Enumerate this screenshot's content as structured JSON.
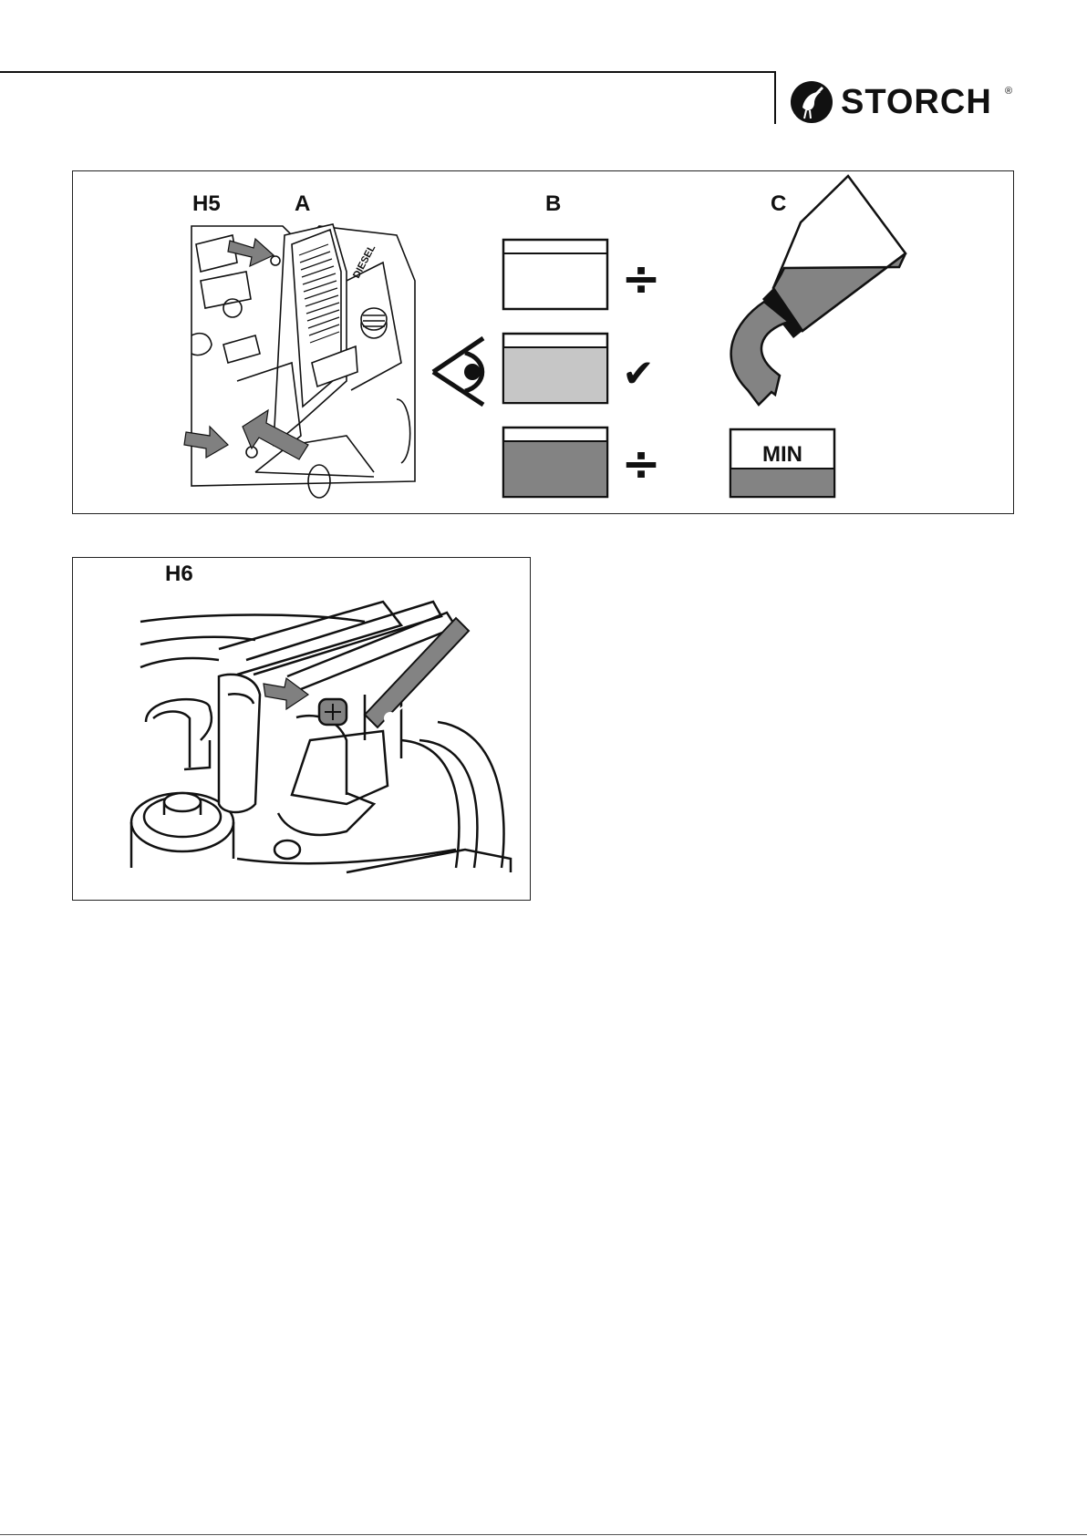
{
  "header": {
    "logo_text": "STORCH",
    "logo_reg": "®"
  },
  "figure_h5": {
    "label": "H5",
    "section_a": "A",
    "section_b": "B",
    "section_c": "C",
    "diesel_text": "DIESEL",
    "min_label": "MIN",
    "levels": [
      {
        "state": "empty",
        "fill_fraction": 0.0,
        "mark": "÷"
      },
      {
        "state": "ok",
        "fill_fraction": 0.8,
        "mark": "✔"
      },
      {
        "state": "full",
        "fill_fraction": 0.8,
        "mark": "÷"
      }
    ],
    "colors": {
      "light_fill": "#c6c6c6",
      "dark_fill": "#838383"
    }
  },
  "figure_h6": {
    "label": "H6"
  }
}
